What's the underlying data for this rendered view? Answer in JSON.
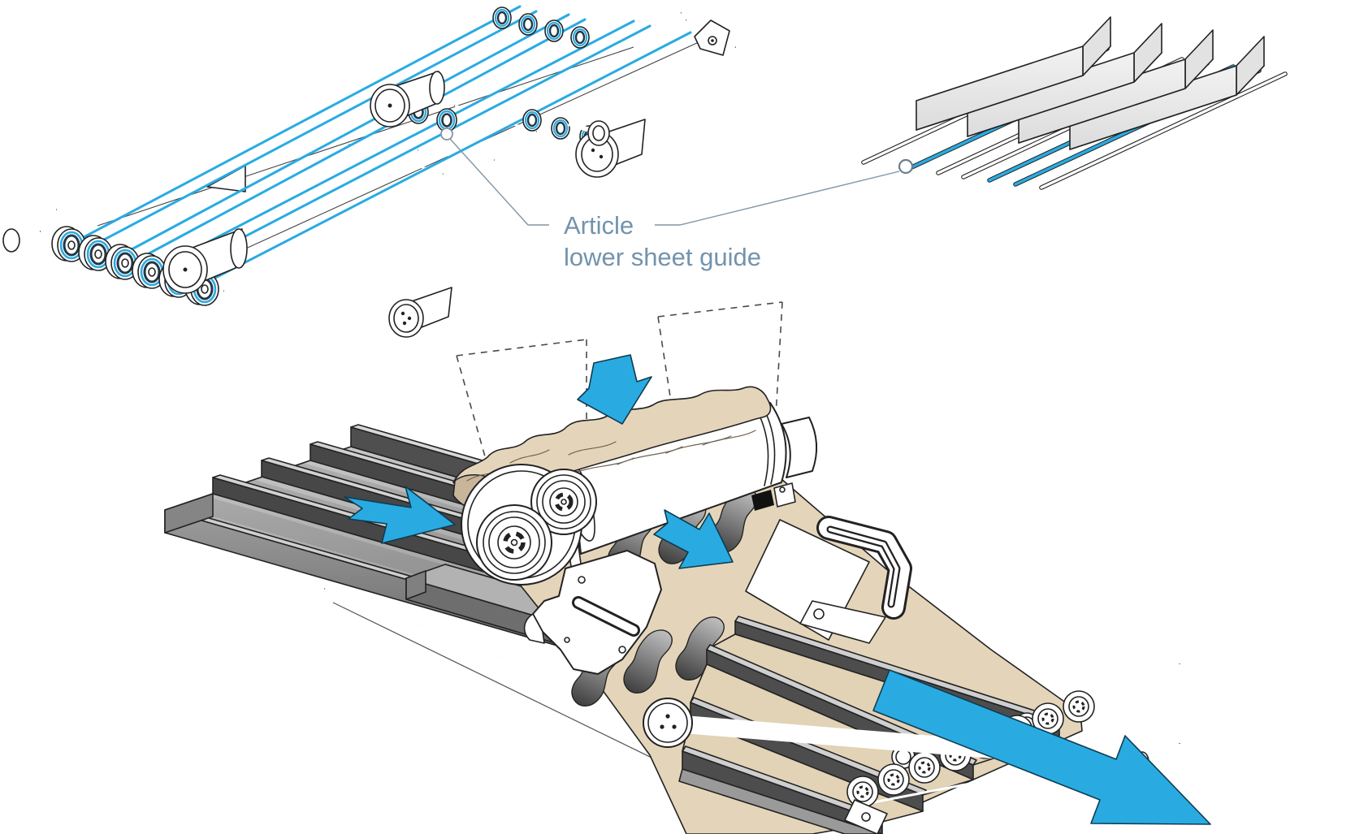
{
  "figure": {
    "label": {
      "line1": "Article",
      "line2": "lower sheet guide"
    }
  },
  "icons": {
    "callout_marker_left": "circle-marker",
    "callout_marker_right": "circle-marker",
    "feed_in_arrow": "arrow-down",
    "tray_flow_arrow": "arrow-right",
    "sheet_flow_arrow": "arrow-down-right",
    "exit_flow_arrow": "arrow-down-right-large"
  },
  "colors": {
    "background": "#ffffff",
    "accent": "#29abe2",
    "accent_dark": "#0e3c52",
    "label_text": "#7293ad",
    "leader": "#8096a6",
    "outline": "#222222",
    "sheet_beige": "#e4d5ba",
    "sheet_beige_dark": "#c9b59a",
    "tray_gray_top": "#bdbdbd",
    "tray_gray_front": "#6e6e6e",
    "divider_dark": "#4a4a4a",
    "channel_gray": "#ebebeb"
  }
}
